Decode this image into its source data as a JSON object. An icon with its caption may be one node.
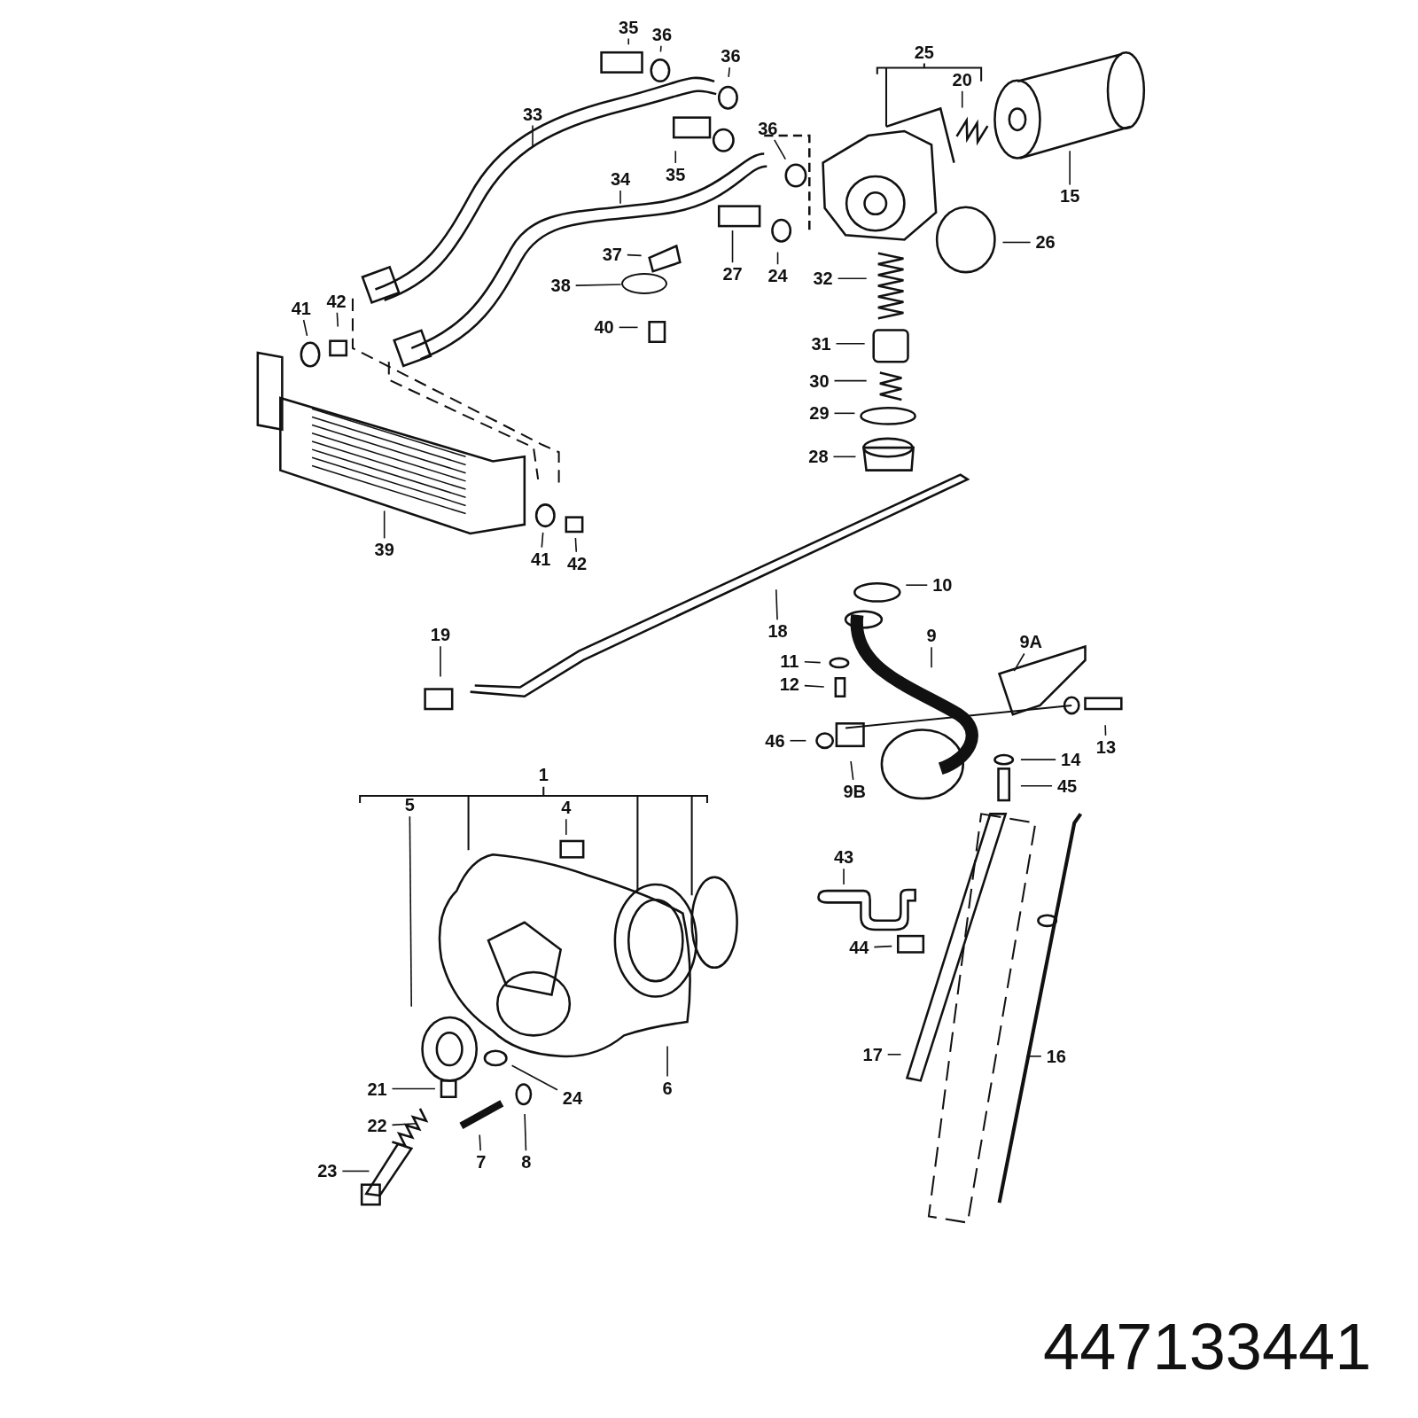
{
  "diagram": {
    "nodes": [
      {
        "text": [
          "35"
        ]
      },
      {
        "text": [
          "36"
        ]
      },
      {
        "text": [
          "36"
        ]
      },
      {
        "text": [
          "20"
        ]
      },
      {
        "text": [
          "33"
        ]
      },
      {
        "text": [
          "36"
        ]
      },
      {
        "text": [
          "35"
        ]
      },
      {
        "text": [
          "34"
        ]
      },
      {
        "text": [
          "15"
        ]
      },
      {
        "text": [
          "26"
        ]
      },
      {
        "text": [
          "37"
        ]
      },
      {
        "text": [
          "27"
        ]
      },
      {
        "text": [
          "24"
        ]
      },
      {
        "text": [
          "32"
        ]
      },
      {
        "text": [
          "38"
        ]
      },
      {
        "text": [
          "41"
        ]
      },
      {
        "text": [
          "42"
        ]
      },
      {
        "text": [
          "40"
        ]
      },
      {
        "text": [
          "31"
        ]
      },
      {
        "text": [
          "30"
        ]
      },
      {
        "text": [
          "29"
        ]
      },
      {
        "text": [
          "28"
        ]
      },
      {
        "text": [
          "39"
        ]
      },
      {
        "text": [
          "41"
        ]
      },
      {
        "text": [
          "42"
        ]
      },
      {
        "text": [
          "10"
        ]
      },
      {
        "text": [
          "19"
        ]
      },
      {
        "text": [
          "18"
        ]
      },
      {
        "text": [
          "9"
        ]
      },
      {
        "text": [
          "9A"
        ]
      },
      {
        "text": [
          "11"
        ]
      },
      {
        "text": [
          "12"
        ]
      },
      {
        "text": [
          "46"
        ]
      },
      {
        "text": [
          "13"
        ]
      },
      {
        "text": [
          "14"
        ]
      },
      {
        "text": [
          "45"
        ]
      },
      {
        "text": [
          "9B"
        ]
      },
      {
        "text": [
          "5"
        ]
      },
      {
        "text": [
          "4"
        ]
      },
      {
        "text": [
          "43"
        ]
      },
      {
        "text": [
          "44"
        ]
      },
      {
        "text": [
          "17"
        ]
      },
      {
        "text": [
          "16"
        ]
      },
      {
        "text": [
          "6"
        ]
      },
      {
        "text": [
          "21"
        ]
      },
      {
        "text": [
          "24"
        ]
      },
      {
        "text": [
          "22"
        ]
      },
      {
        "text": [
          "7"
        ]
      },
      {
        "text": [
          "8"
        ]
      },
      {
        "text": [
          "23"
        ]
      },
      {
        "text": [],
        "shape": "circle"
      }
    ],
    "edges": [
      {
        "from": 0,
        "to": null,
        "arrow": "none"
      },
      {
        "from": 1,
        "to": null,
        "arrow": "none"
      },
      {
        "from": 2,
        "to": null,
        "arrow": "none"
      },
      {
        "from": 3,
        "to": null,
        "arrow": "none"
      },
      {
        "from": 4,
        "to": null,
        "arrow": "none"
      },
      {
        "from": 5,
        "to": null,
        "arrow": "none"
      },
      {
        "from": 6,
        "to": null,
        "arrow": "none"
      },
      {
        "from": 7,
        "to": null,
        "arrow": "none"
      },
      {
        "from": 8,
        "to": null,
        "arrow": "none"
      },
      {
        "from": 9,
        "to": null,
        "arrow": "none"
      },
      {
        "from": 10,
        "to": null,
        "arrow": "none"
      },
      {
        "from": 11,
        "to": null,
        "arrow": "none"
      },
      {
        "from": 12,
        "to": null,
        "arrow": "none"
      },
      {
        "from": 13,
        "to": null,
        "arrow": "none"
      },
      {
        "from": 14,
        "to": 50,
        "arrow": "none"
      },
      {
        "from": 15,
        "to": null,
        "arrow": "none"
      },
      {
        "from": 16,
        "to": null,
        "arrow": "none"
      },
      {
        "from": 17,
        "to": null,
        "arrow": "none"
      },
      {
        "from": 18,
        "to": null,
        "arrow": "none"
      },
      {
        "from": 19,
        "to": null,
        "arrow": "none"
      },
      {
        "from": 20,
        "to": null,
        "arrow": "none"
      },
      {
        "from": 21,
        "to": null,
        "arrow": "none"
      },
      {
        "from": 22,
        "to": null,
        "arrow": "none"
      },
      {
        "from": 23,
        "to": null,
        "arrow": "none"
      },
      {
        "from": 24,
        "to": null,
        "arrow": "none"
      },
      {
        "from": 25,
        "to": null,
        "arrow": "none"
      },
      {
        "from": 26,
        "to": null,
        "arrow": "none"
      },
      {
        "from": 27,
        "to": null,
        "arrow": "none"
      },
      {
        "from": 28,
        "to": null,
        "arrow": "none"
      },
      {
        "from": 29,
        "to": null,
        "arrow": "none"
      },
      {
        "from": 30,
        "to": null,
        "arrow": "none"
      },
      {
        "from": 31,
        "to": null,
        "arrow": "none"
      },
      {
        "from": 32,
        "to": null,
        "arrow": "none"
      },
      {
        "from": 33,
        "to": null,
        "arrow": "none"
      },
      {
        "from": 34,
        "to": null,
        "arrow": "none"
      },
      {
        "from": 35,
        "to": null,
        "arrow": "none"
      },
      {
        "from": 36,
        "to": null,
        "arrow": "none"
      },
      {
        "from": 37,
        "to": null,
        "arrow": "none"
      },
      {
        "from": 38,
        "to": null,
        "arrow": "none"
      },
      {
        "from": 39,
        "to": null,
        "arrow": "none"
      },
      {
        "from": 40,
        "to": null,
        "arrow": "none"
      },
      {
        "from": 41,
        "to": null,
        "arrow": "none"
      },
      {
        "from": 42,
        "to": null,
        "arrow": "none"
      },
      {
        "from": 43,
        "to": null,
        "arrow": "none"
      },
      {
        "from": 44,
        "to": null,
        "arrow": "none"
      },
      {
        "from": 45,
        "to": null,
        "arrow": "none"
      },
      {
        "from": 46,
        "to": null,
        "arrow": "none"
      },
      {
        "from": 47,
        "to": null,
        "arrow": "none"
      },
      {
        "from": 48,
        "to": null,
        "arrow": "none"
      },
      {
        "from": 49,
        "to": null,
        "arrow": "none"
      }
    ],
    "labels": [
      "25",
      "1",
      "447133441"
    ]
  }
}
